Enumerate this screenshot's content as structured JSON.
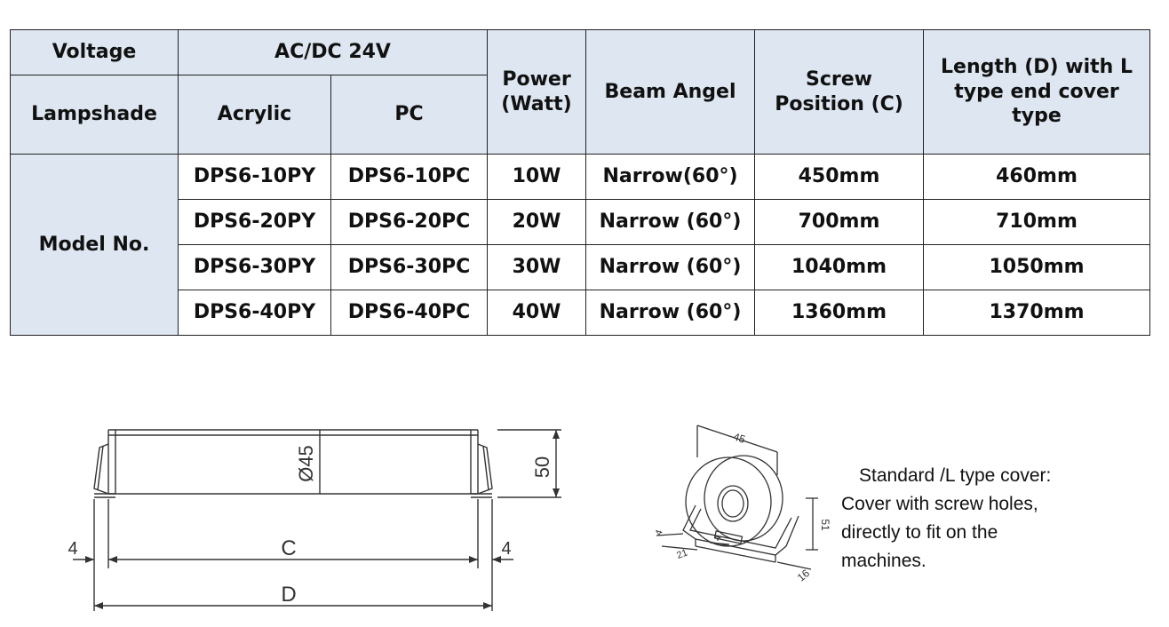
{
  "table": {
    "h_voltage": "Voltage",
    "h_voltage_value": "AC/DC 24V",
    "h_power": "Power (Watt)",
    "h_beam": "Beam Angel",
    "h_screw": "Screw Position (C)",
    "h_length": "Length (D) with L type end cover type",
    "h_lampshade": "Lampshade",
    "h_acrylic": "Acrylic",
    "h_pc": "PC",
    "model_label": "Model No.",
    "rows": [
      {
        "acrylic": "DPS6-10PY",
        "pc": "DPS6-10PC",
        "power": "10W",
        "beam": "Narrow(60°)",
        "screw": "450mm",
        "length": "460mm"
      },
      {
        "acrylic": "DPS6-20PY",
        "pc": "DPS6-20PC",
        "power": "20W",
        "beam": "Narrow (60°)",
        "screw": "700mm",
        "length": "710mm"
      },
      {
        "acrylic": "DPS6-30PY",
        "pc": "DPS6-30PC",
        "power": "30W",
        "beam": "Narrow (60°)",
        "screw": "1040mm",
        "length": "1050mm"
      },
      {
        "acrylic": "DPS6-40PY",
        "pc": "DPS6-40PC",
        "power": "40W",
        "beam": "Narrow (60°)",
        "screw": "1360mm",
        "length": "1370mm"
      }
    ]
  },
  "drawing_left": {
    "dia_label": "Ø45",
    "height_label": "50",
    "c_label": "C",
    "d_label": "D",
    "left_offset": "4",
    "right_offset": "4"
  },
  "drawing_right": {
    "dim_top": "45",
    "dim_height": "51",
    "dim_depth": "16",
    "dim_a": "4",
    "dim_b": "21",
    "dim_c": "4"
  },
  "note": {
    "line1": "Standard /L type cover:",
    "line2": "Cover with screw holes,",
    "line3": "directly to fit on the",
    "line4": "machines."
  }
}
